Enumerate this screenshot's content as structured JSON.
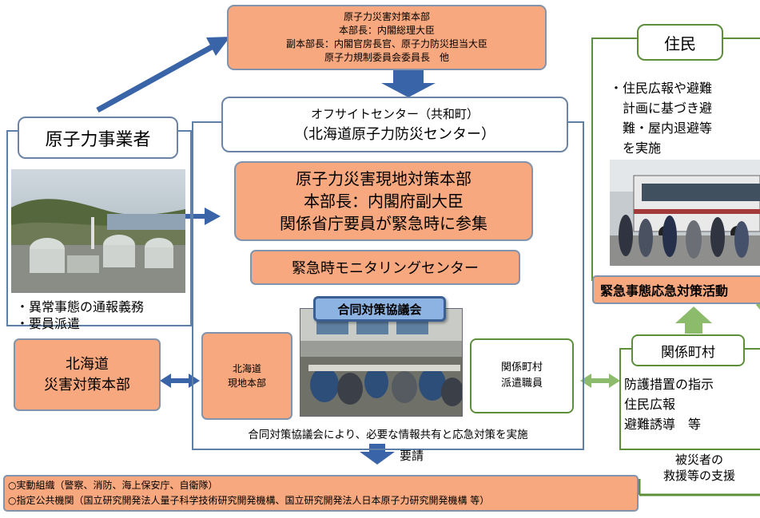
{
  "hq": {
    "lines": [
      "原子力災害対策本部",
      "本部長：内閣総理大臣",
      "副本部長：内閣官房長官、原子力防災担当大臣",
      "原子力規制委員会委員長　他"
    ]
  },
  "offsite": {
    "line1": "オフサイトセンター（共和町）",
    "line2": "（北海道原子力防災センター）"
  },
  "local_hq": {
    "lines": [
      "原子力災害現地対策本部",
      "本部長：内閣府副大臣",
      "関係省庁要員が緊急時に参集"
    ]
  },
  "monitoring": {
    "label": "緊急時モニタリングセンター"
  },
  "operator": {
    "label": "原子力事業者",
    "duties": [
      "・異常事態の通報義務",
      "・要員派遣"
    ]
  },
  "joint_council": {
    "label": "合同対策協議会",
    "caption": "合同対策協議会により、必要な情報共有と応急対策を実施"
  },
  "hokkaido_local": {
    "lines": [
      "北海道",
      "現地本部"
    ]
  },
  "hokkaido_hq": {
    "lines": [
      "北海道",
      "災害対策本部"
    ]
  },
  "municipal_staff": {
    "lines": [
      "関係町村",
      "派遣職員"
    ]
  },
  "residents": {
    "label": "住民",
    "text_lines": [
      "・住民広報や避難",
      "　計画に基づき避",
      "　難・屋内退避等",
      "　を実施"
    ]
  },
  "emergency_banner": {
    "label": "緊急事態応急対策活動"
  },
  "municipalities": {
    "label": "関係町村",
    "lines": [
      "防護措置の指示",
      "住民広報",
      "避難誘導　等"
    ]
  },
  "support": {
    "lines": [
      "被災者の",
      "救援等の支援"
    ]
  },
  "request": {
    "label": "要請"
  },
  "bottom": {
    "lines": [
      "○実動組織（警察、消防、海上保安庁、自衛隊）",
      "○指定公共機関（国立研究開発法人量子科学技術研究開発機構、国立研究開発法人日本原子力研究開発機構 等）"
    ]
  },
  "colors": {
    "orange_fill": "#f7a87e",
    "blue_border": "#5d7fa8",
    "green_border": "#5d8f3a",
    "arrow_blue": "#3a64a8",
    "arrow_green": "#8bbb6b",
    "council_label_fill": "#8db3e2"
  }
}
